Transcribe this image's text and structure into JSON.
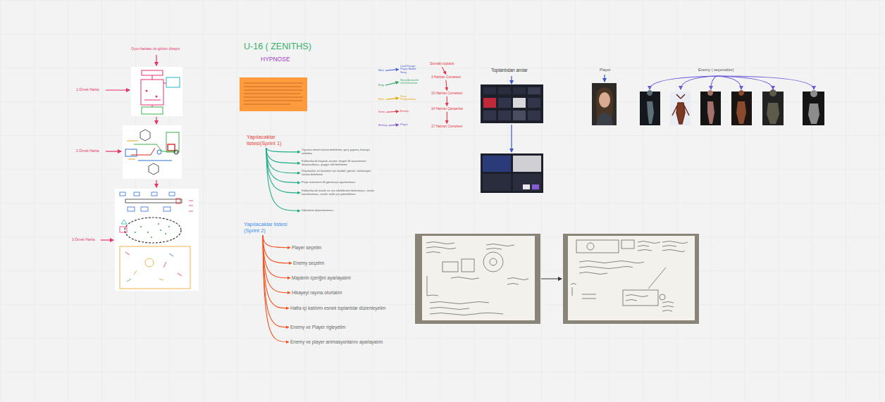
{
  "diagram": {
    "title": "U-16 ( ZENITHS)",
    "nodes": [
      {
        "text": [
          "Yapılacaklar listesi(Sprint 1)"
        ]
      },
      {
        "text": [
          "Oyunun temel türünü belirleme, giriş yapma, konuyu anlatma"
        ]
      },
      {
        "text": [
          "Kullanılacak kaynak seçme, mapin ilk tasarımının oluşturulması, yaygın stili belirleme"
        ]
      },
      {
        "text": [
          "Düşmanlar ve karakter için model, görsel, animasyon türünü belirleme"
        ]
      },
      {
        "text": [
          "Proje ortamının ilk görünüşü ayarlanması"
        ]
      },
      {
        "text": [
          "Kullanılacak müzik ve ses efektlerinin bulunması, sesler hazırlanması, sesler eşlik için yönetilmesi"
        ]
      },
      {
        "text": [
          "Dökümün düzenlenmesi"
        ]
      },
      {
        "text": [
          "Yapılacaklar listesi (Sprint 2)"
        ]
      },
      {
        "text": [
          "Player seçelim"
        ]
      },
      {
        "text": [
          "Enemy seçelim"
        ]
      },
      {
        "text": [
          "Maplerin içeriğini ayarlayalım"
        ]
      },
      {
        "text": [
          "Hikayeyi rayına oturtalım"
        ]
      },
      {
        "text": [
          "Hafta içi katılımı esnek toplantılar düzenleyelim"
        ]
      },
      {
        "text": [
          "Enemy ve Player rigleyelim"
        ]
      },
      {
        "text": [
          "Enemy ve player animasyonlarını ayarlayalım"
        ]
      },
      {
        "text": [
          "Sonraki toplantı"
        ]
      },
      {
        "text": [
          "3 Haziran Cumartesi"
        ]
      },
      {
        "text": [
          "10 Haziran Cumartesi"
        ]
      },
      {
        "text": [
          "14 Haziran Çarşamba"
        ]
      },
      {
        "text": [
          "17 Haziran Cumartesi"
        ]
      },
      {
        "text": [
          "Mert"
        ]
      },
      {
        "text": [
          "Lead Design Player Model Story"
        ]
      },
      {
        "text": [
          "Ezgi"
        ]
      },
      {
        "text": [
          "Story Asistanlık Görselleştirme"
        ]
      },
      {
        "text": [
          "Mine"
        ]
      },
      {
        "text": [
          "Story Programlama"
        ]
      },
      {
        "text": [
          "Sena"
        ]
      },
      {
        "text": [
          "Enemy"
        ]
      },
      {
        "text": [
          "Berkay"
        ]
      },
      {
        "text": [
          "Player"
        ]
      }
    ],
    "edges": [
      {
        "from": 0,
        "to": 1,
        "arrow": "to"
      },
      {
        "from": 0,
        "to": 2,
        "arrow": "to"
      },
      {
        "from": 0,
        "to": 3,
        "arrow": "to"
      },
      {
        "from": 0,
        "to": 4,
        "arrow": "to"
      },
      {
        "from": 0,
        "to": 5,
        "arrow": "to"
      },
      {
        "from": 0,
        "to": 6,
        "arrow": "to"
      },
      {
        "from": 7,
        "to": 8,
        "arrow": "to"
      },
      {
        "from": 7,
        "to": 9,
        "arrow": "to"
      },
      {
        "from": 7,
        "to": 10,
        "arrow": "to"
      },
      {
        "from": 7,
        "to": 11,
        "arrow": "to"
      },
      {
        "from": 7,
        "to": 12,
        "arrow": "to"
      },
      {
        "from": 7,
        "to": 13,
        "arrow": "to"
      },
      {
        "from": 7,
        "to": 14,
        "arrow": "to"
      },
      {
        "from": 15,
        "to": 16,
        "arrow": "to"
      },
      {
        "from": 16,
        "to": 17,
        "arrow": "to"
      },
      {
        "from": 17,
        "to": 18,
        "arrow": "to"
      },
      {
        "from": 18,
        "to": 19,
        "arrow": "to"
      },
      {
        "from": 20,
        "to": 21,
        "arrow": "to"
      },
      {
        "from": 22,
        "to": 23,
        "arrow": "to"
      },
      {
        "from": 24,
        "to": 25,
        "arrow": "to"
      },
      {
        "from": 26,
        "to": 27,
        "arrow": "to"
      },
      {
        "from": 28,
        "to": 29,
        "arrow": "to"
      }
    ],
    "labels": [
      "Oyun haritası ön görüm dizaynı",
      "1.Örnek Harita",
      "2.Örnek Harita",
      "3.Örnek Harita",
      "HYPNOSE",
      "Toplantıdan anılar",
      "Player",
      "Enemy ( seçenekler)"
    ]
  }
}
